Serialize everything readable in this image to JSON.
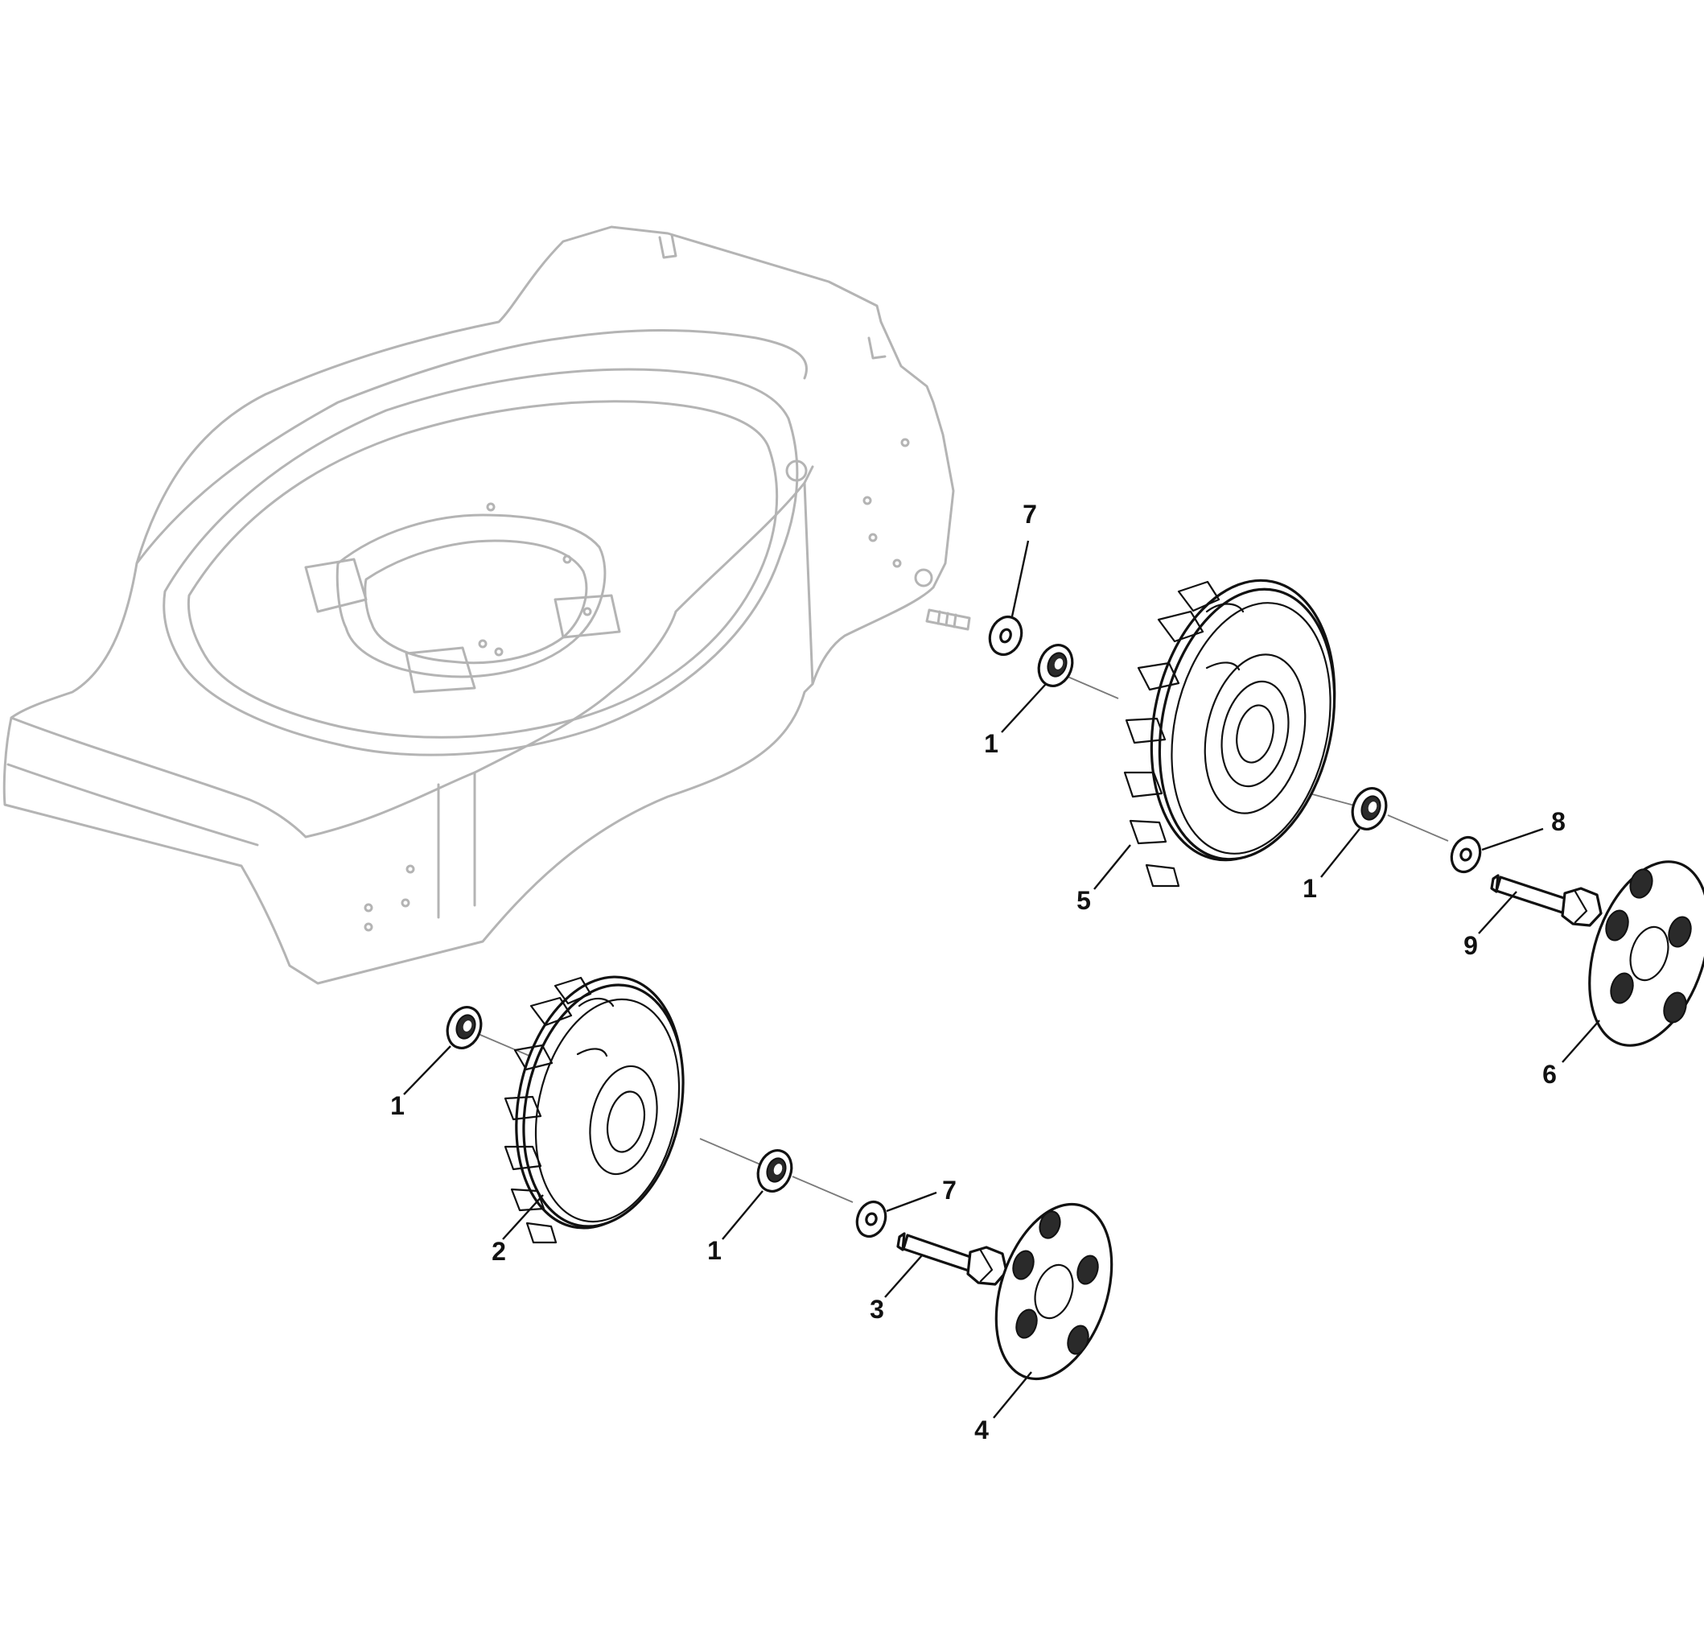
{
  "diagram": {
    "colors": {
      "deck_outline": "#b4b4b4",
      "part_outline": "#111111",
      "leader": "#111111"
    },
    "callouts": [
      {
        "id": "c7a",
        "label": "7"
      },
      {
        "id": "c1a",
        "label": "1"
      },
      {
        "id": "c5",
        "label": "5"
      },
      {
        "id": "c1b",
        "label": "1"
      },
      {
        "id": "c8",
        "label": "8"
      },
      {
        "id": "c9",
        "label": "9"
      },
      {
        "id": "c6",
        "label": "6"
      },
      {
        "id": "c1c",
        "label": "1"
      },
      {
        "id": "c2",
        "label": "2"
      },
      {
        "id": "c1d",
        "label": "1"
      },
      {
        "id": "c7b",
        "label": "7"
      },
      {
        "id": "c3",
        "label": "3"
      },
      {
        "id": "c4",
        "label": "4"
      }
    ]
  }
}
